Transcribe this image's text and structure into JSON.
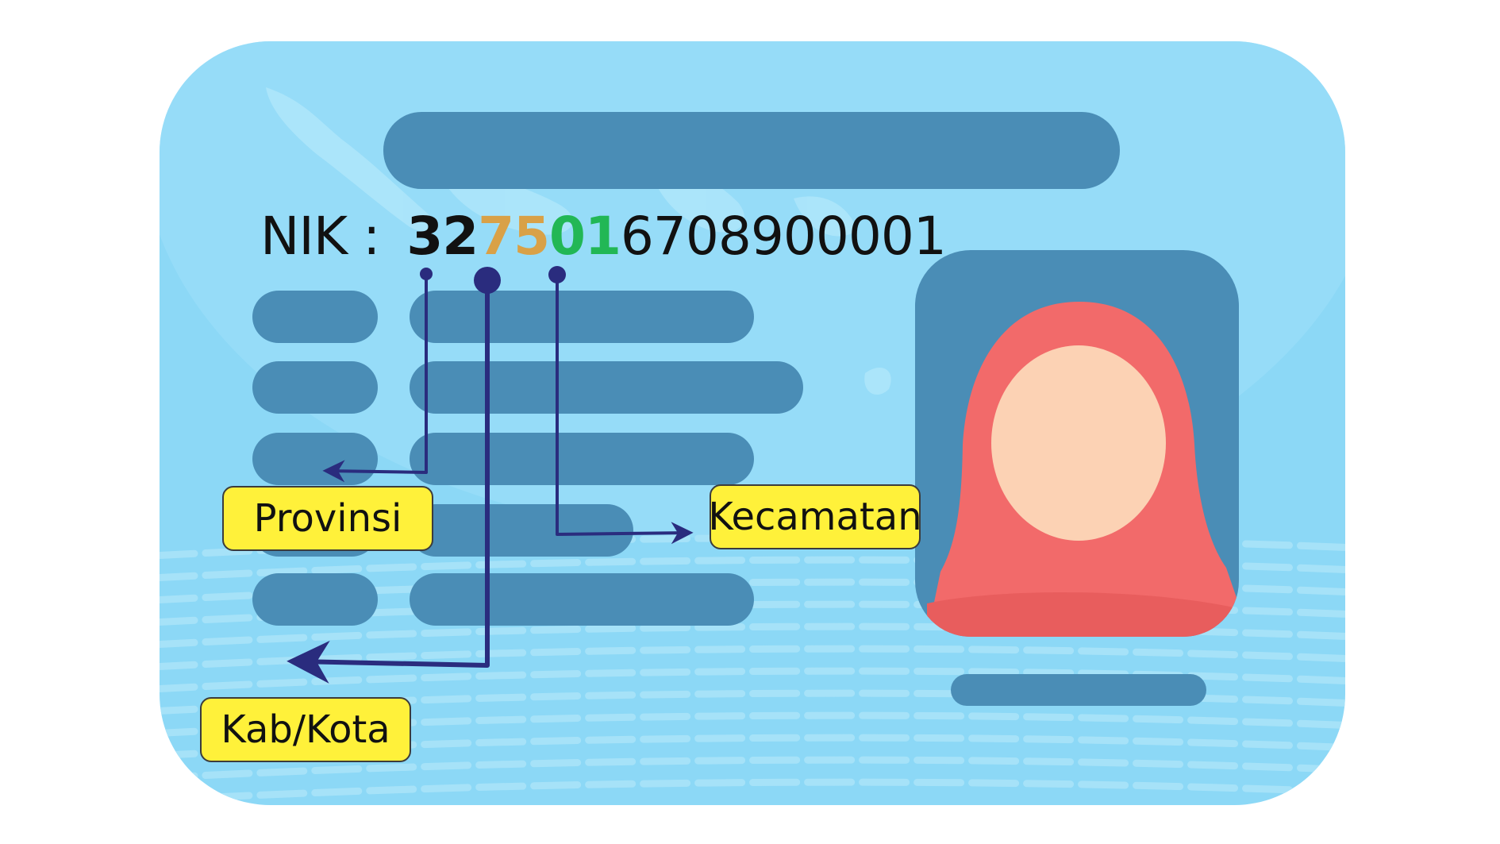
{
  "nik": {
    "label": "NIK :",
    "provinsi_digits": "32",
    "kabkota_digits": "75",
    "kecamatan_digits": "01",
    "rest_digits": "6708900001"
  },
  "labels": {
    "provinsi": "Provinsi",
    "kabkota": "Kab/Kota",
    "kecamatan": "Kecamatan"
  },
  "colors": {
    "card": "#8cd8f6",
    "placeholder_bar": "#4a8db6",
    "provinsi_digits": "#111111",
    "kabkota_digits": "#d9a147",
    "kecamatan_digits": "#22b755",
    "connector": "#2a2c7e",
    "label_fill": "#fff13a",
    "hijab": "#f26a6a",
    "face": "#fcd2b4"
  },
  "icons": [
    "person-hijab-icon",
    "indonesia-map-watermark"
  ]
}
